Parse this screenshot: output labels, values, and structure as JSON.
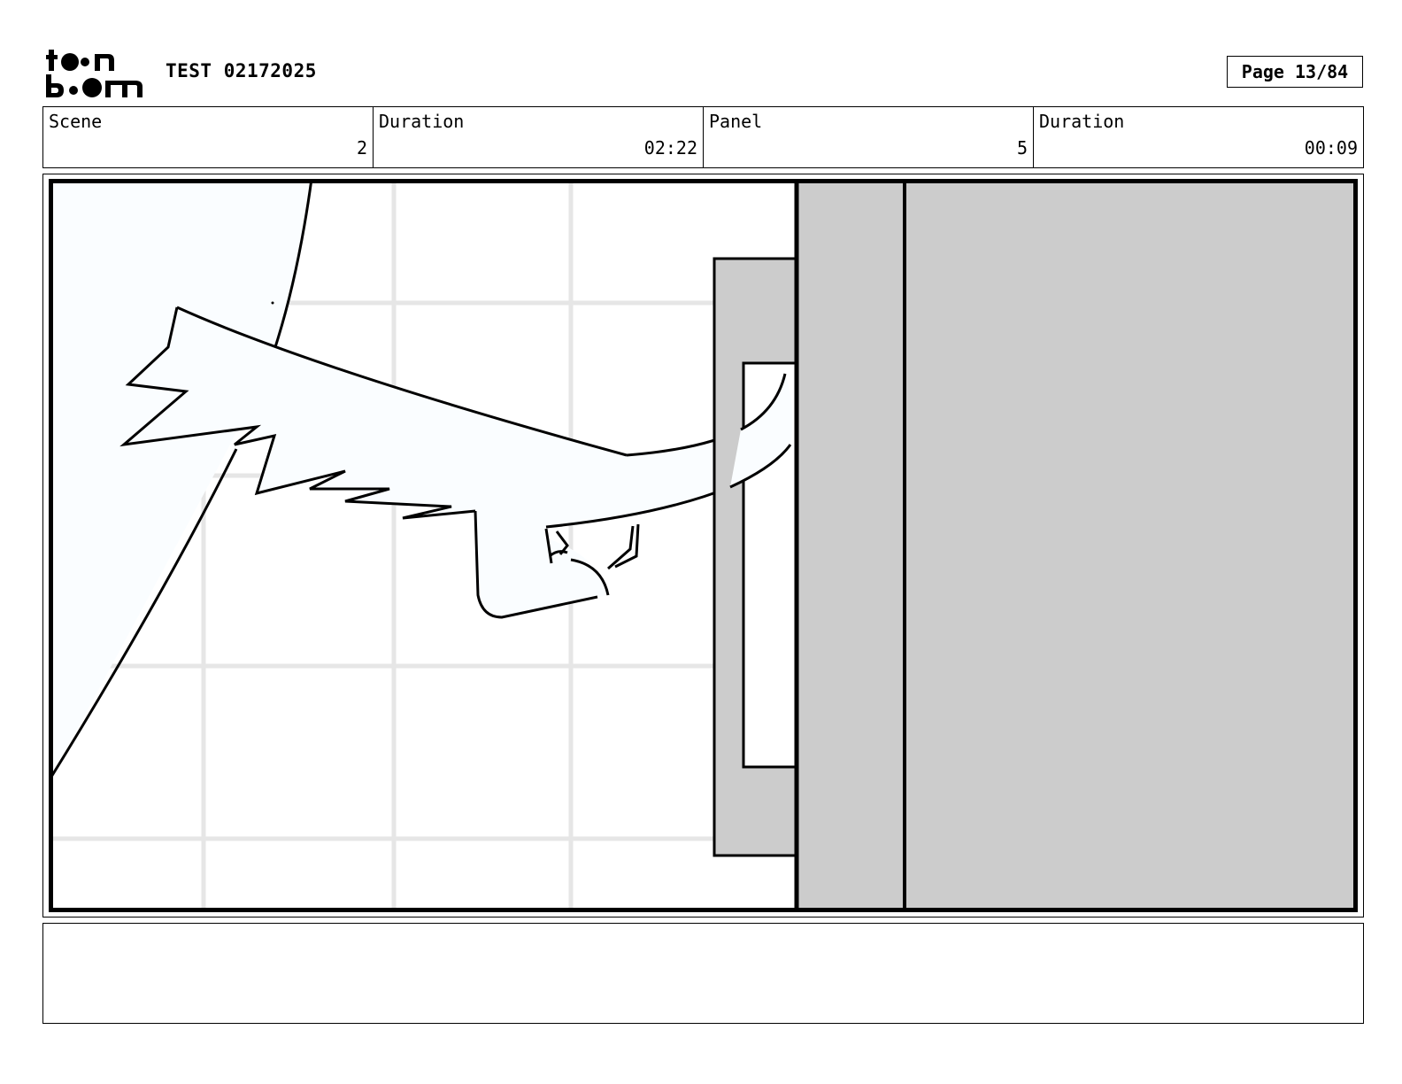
{
  "header": {
    "logo_text": "toon boom",
    "title": "TEST 02172025",
    "page_label": "Page 13/84"
  },
  "info": {
    "scene_label": "Scene",
    "scene_value": "2",
    "scene_duration_label": "Duration",
    "scene_duration_value": "02:22",
    "panel_label": "Panel",
    "panel_value": "5",
    "panel_duration_label": "Duration",
    "panel_duration_value": "00:09"
  },
  "panel": {
    "background_color": "#ffffff",
    "wall_color": "#cccccc",
    "character_fill": "#fafdff",
    "grid_color": "#e6e6e6"
  },
  "notes": {
    "text": ""
  }
}
